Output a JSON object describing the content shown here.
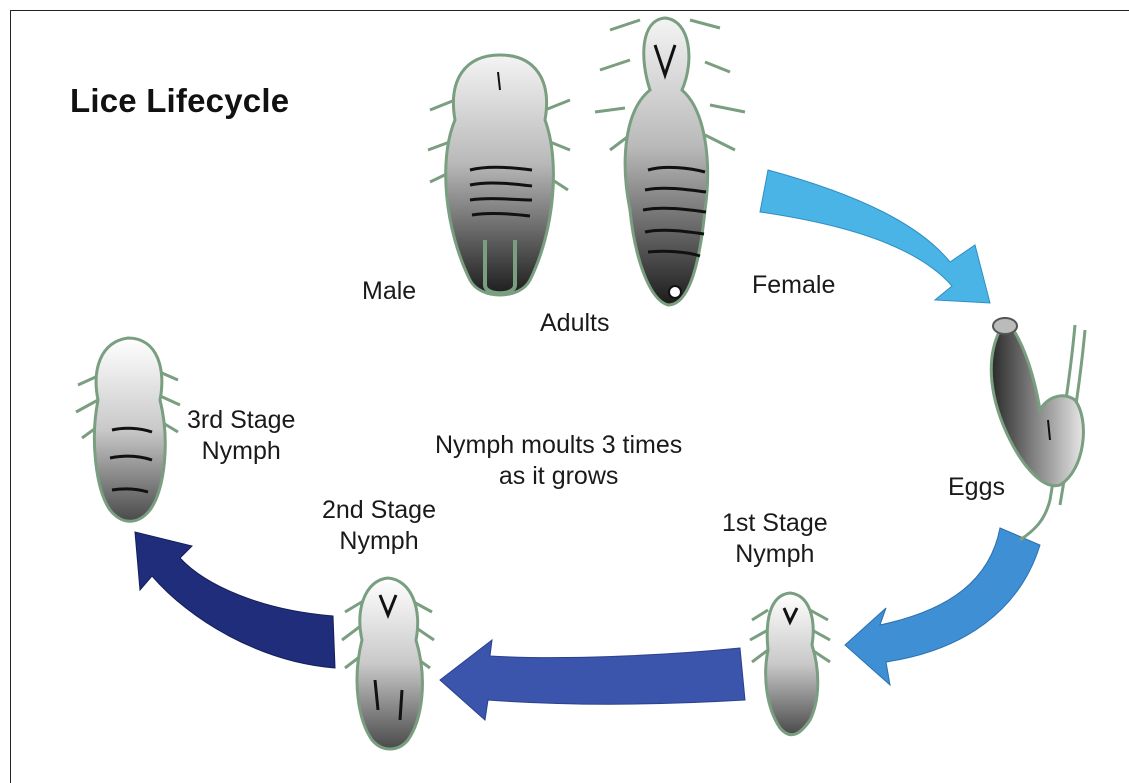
{
  "title": "Lice Lifecycle",
  "labels": {
    "male": "Male",
    "female": "Female",
    "adults": "Adults",
    "eggs": "Eggs",
    "first_stage": [
      "1st Stage",
      "Nymph"
    ],
    "second_stage": [
      "2nd Stage",
      "Nymph"
    ],
    "third_stage": [
      "3rd Stage",
      "Nymph"
    ],
    "note": [
      "Nymph moults 3 times",
      "as it grows"
    ]
  },
  "colors": {
    "arrow_eggs": "#4bb4e6",
    "arrow_first": "#3f8fd4",
    "arrow_second": "#3b55ad",
    "arrow_third": "#1f2d7a",
    "outline": "#7a9e80"
  }
}
